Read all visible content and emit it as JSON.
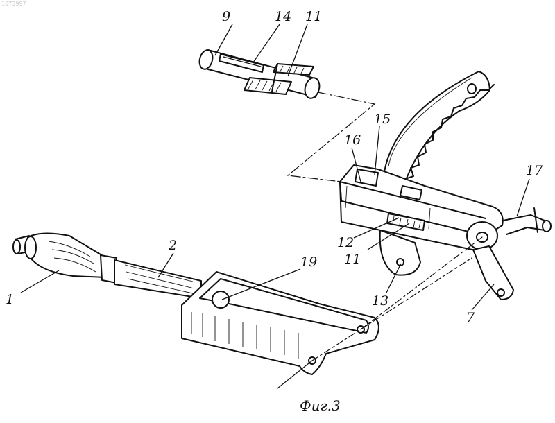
{
  "watermark": "1073997",
  "caption": "Фиг.3",
  "labels": {
    "l1": "1",
    "l2": "2",
    "l7": "7",
    "l9": "9",
    "l11a": "11",
    "l11b": "11",
    "l12": "12",
    "l13": "13",
    "l14": "14",
    "l15": "15",
    "l16": "16",
    "l17": "17",
    "l19": "19"
  }
}
